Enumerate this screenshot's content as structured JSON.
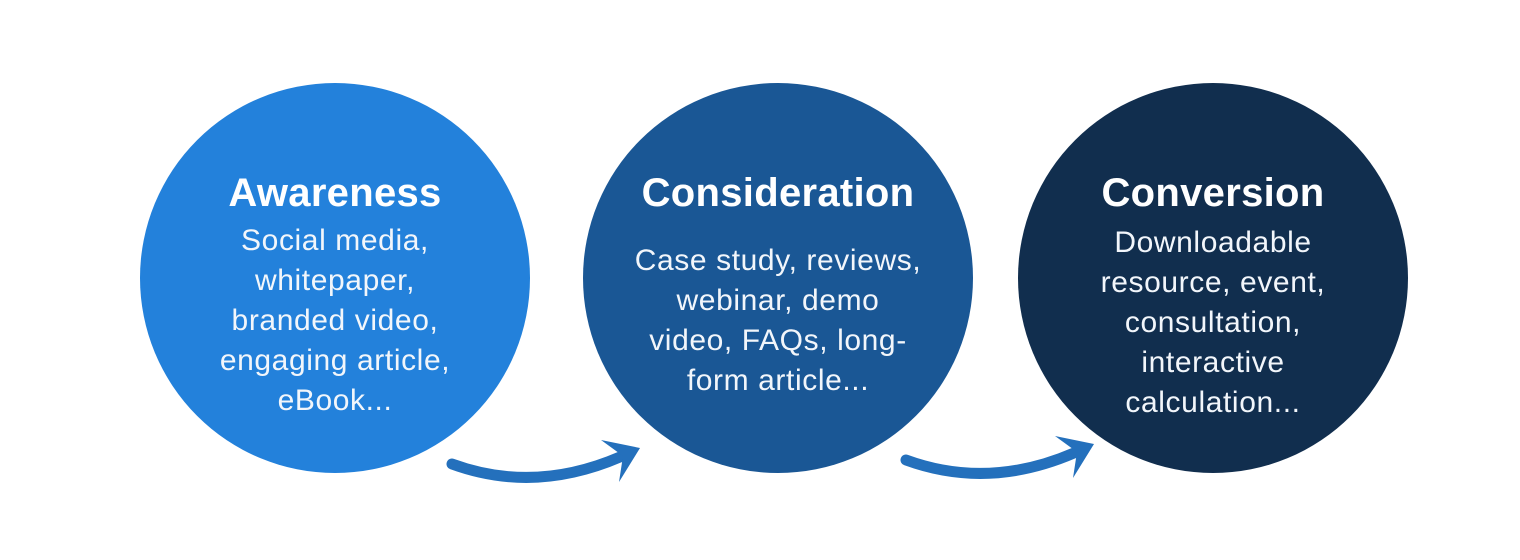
{
  "diagram": {
    "background_color": "#ffffff",
    "stages": [
      {
        "name": "awareness",
        "title": "Awareness",
        "lines": [
          "Social media,",
          "whitepaper,",
          "branded video,",
          "engaging article,",
          "eBook..."
        ],
        "circle_color": "#2381DB",
        "text_color": "#ffffff"
      },
      {
        "name": "consideration",
        "title": "Consideration",
        "lines": [
          "Case study, reviews,",
          "webinar, demo",
          "video, FAQs, long-",
          "form article..."
        ],
        "circle_color": "#1A5795",
        "text_color": "#ffffff"
      },
      {
        "name": "conversion",
        "title": "Conversion",
        "lines": [
          "Downloadable",
          "resource, event,",
          "consultation,",
          "interactive",
          "calculation..."
        ],
        "circle_color": "#112E4E",
        "text_color": "#ffffff"
      }
    ],
    "arrows": [
      {
        "name": "awareness-to-consideration",
        "color": "#2470BC"
      },
      {
        "name": "consideration-to-conversion",
        "color": "#2470BC"
      }
    ]
  }
}
